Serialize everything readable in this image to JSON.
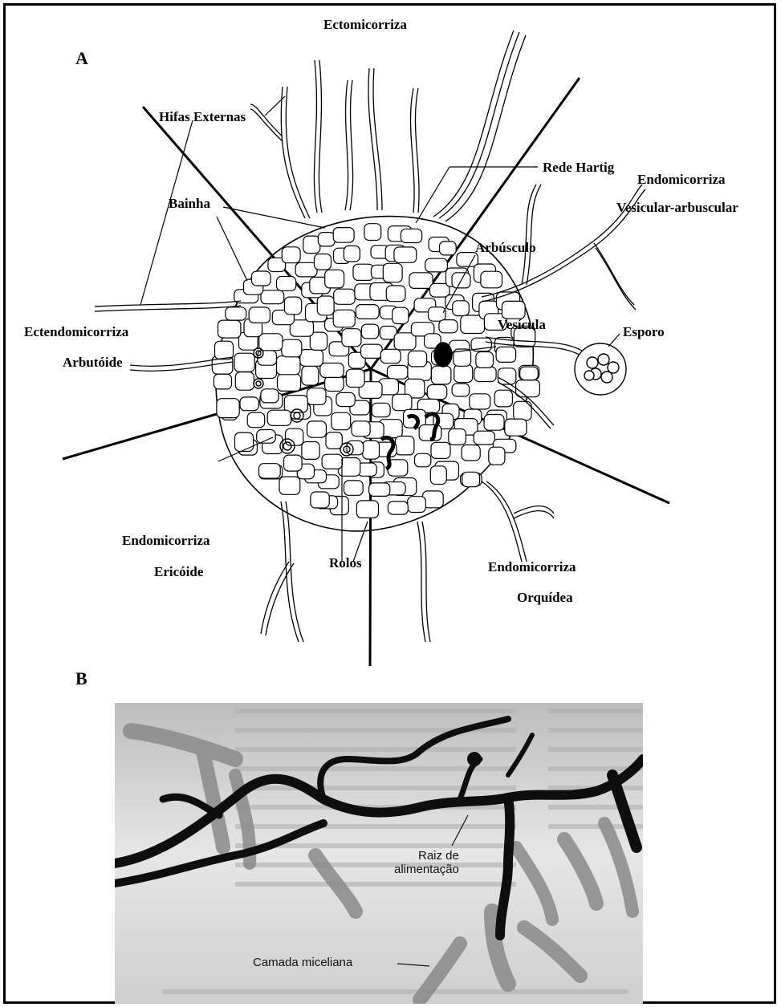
{
  "panels": {
    "a": "A",
    "b": "B"
  },
  "diagram": {
    "title": "Ectomicorriza",
    "labels": {
      "hifas_externas": "Hifas Externas",
      "rede_hartig": "Rede Hartig",
      "endomicorriza_va_1": "Endomicorriza",
      "endomicorriza_va_2": "Vesicular-arbuscular",
      "bainha": "Bainha",
      "arbusculo": "Arbúsculo",
      "ectendomicorriza": "Ectendomicorriza",
      "vesicula": "Vesícula",
      "esporo": "Esporo",
      "arbutoide": "Arbutóide",
      "endomicorriza_ericoide_1": "Endomicorriza",
      "endomicorriza_ericoide_2": "Ericóide",
      "rolos": "Rolos",
      "endomicorriza_orquidea_1": "Endomicorriza",
      "endomicorriza_orquidea_2": "Orquídea"
    }
  },
  "photo": {
    "raiz_line1": "Raiz de",
    "raiz_line2": "alimentação",
    "camada": "Camada miceliana"
  }
}
